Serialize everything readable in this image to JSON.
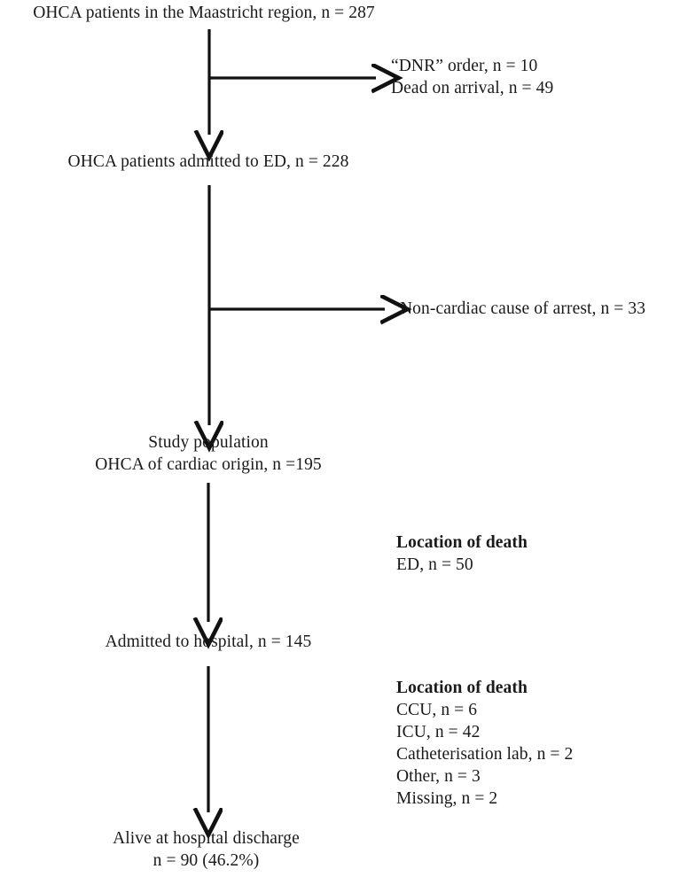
{
  "figure": {
    "type": "flowchart",
    "orientation": "vertical",
    "title": "OHCA patient inclusion flow diagram"
  },
  "stages": [
    {
      "id": "cohort-total",
      "align": "center",
      "lines": [
        {
          "text": "OHCA patients in the Maastricht region, n = 287",
          "bold": false
        }
      ]
    },
    {
      "id": "admitted-ed",
      "align": "center",
      "lines": [
        {
          "text": "OHCA patients admitted to ED, n = 228",
          "bold": false
        }
      ]
    },
    {
      "id": "study-population",
      "align": "center",
      "lines": [
        {
          "text": "Study population",
          "bold": false
        },
        {
          "text": "OHCA of cardiac origin, n =195",
          "bold": false
        }
      ]
    },
    {
      "id": "admitted-hospital",
      "align": "center",
      "lines": [
        {
          "text": "Admitted to hospital, n = 145",
          "bold": false
        }
      ]
    },
    {
      "id": "alive-discharge",
      "align": "center",
      "lines": [
        {
          "text": "Alive at hospital discharge",
          "bold": false
        },
        {
          "text": "n = 90 (46.2%)",
          "bold": false
        }
      ]
    }
  ],
  "exclusions": [
    {
      "id": "exclusion-dnr-doa",
      "align": "left",
      "has_arrow": true,
      "lines": [
        {
          "text": "“DNR” order, n = 10",
          "bold": false
        },
        {
          "text": "Dead on arrival, n = 49",
          "bold": false
        }
      ]
    },
    {
      "id": "exclusion-non-cardiac",
      "align": "left",
      "has_arrow": true,
      "lines": [
        {
          "text": "Non-cardiac cause of arrest, n = 33",
          "bold": false
        }
      ]
    }
  ],
  "annotations": [
    {
      "id": "deaths-ed",
      "align": "left",
      "has_arrow": false,
      "lines": [
        {
          "text": "Location of death",
          "bold": true
        },
        {
          "text": "ED, n = 50",
          "bold": false
        }
      ]
    },
    {
      "id": "deaths-in-hospital",
      "align": "left",
      "has_arrow": false,
      "lines": [
        {
          "text": "Location of death",
          "bold": true
        },
        {
          "text": "CCU, n = 6",
          "bold": false
        },
        {
          "text": "ICU, n = 42",
          "bold": false
        },
        {
          "text": "Catheterisation lab, n = 2",
          "bold": false
        },
        {
          "text": "Other, n = 3",
          "bold": false
        },
        {
          "text": "Missing, n = 2",
          "bold": false
        }
      ]
    }
  ],
  "counts": {
    "total_region": 287,
    "dnr_order": 10,
    "dead_on_arrival": 49,
    "admitted_ed": 228,
    "non_cardiac_arrest": 33,
    "study_population": 195,
    "died_ed": 50,
    "admitted_hospital": 145,
    "died_ccu": 6,
    "died_icu": 42,
    "died_cath_lab": 2,
    "died_other": 3,
    "died_missing": 2,
    "alive_at_discharge": 90,
    "alive_at_discharge_percent": "46.2%"
  },
  "style": {
    "stroke_color": "#111111",
    "text_color": "#1a1a1a",
    "background": "#ffffff"
  }
}
